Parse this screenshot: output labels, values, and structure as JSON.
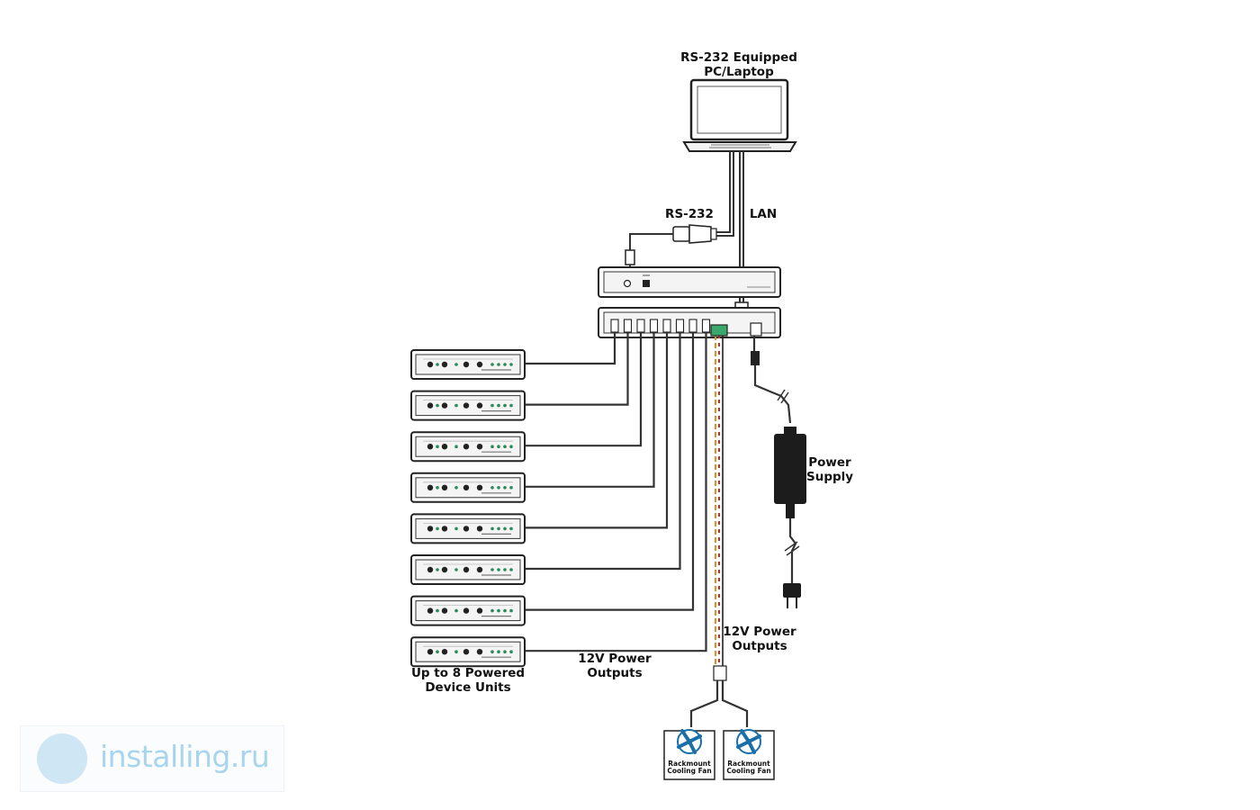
{
  "labels": {
    "pc": "RS-232 Equipped\nPC/Laptop",
    "rs232": "RS-232",
    "lan": "LAN",
    "power_supply": "Power\nSupply",
    "power_outputs_right": "12V Power\nOutputs",
    "power_outputs_left": "12V Power\nOutputs",
    "device_units": "Up to 8 Powered\nDevice Units",
    "fan_1": "Rackmount\nCooling Fan",
    "fan_2": "Rackmount\nCooling Fan"
  },
  "device_units": {
    "count": 8
  },
  "watermark": {
    "text": "installing.ru",
    "color": "#a8d4ee"
  },
  "colors": {
    "cable": "#333333",
    "device_fill": "#e8e8e8",
    "led": "#2a8a5a",
    "fan_blue": "#1a6fa8",
    "wire_red": "#b03a2e",
    "wire_amber": "#c8963c"
  }
}
